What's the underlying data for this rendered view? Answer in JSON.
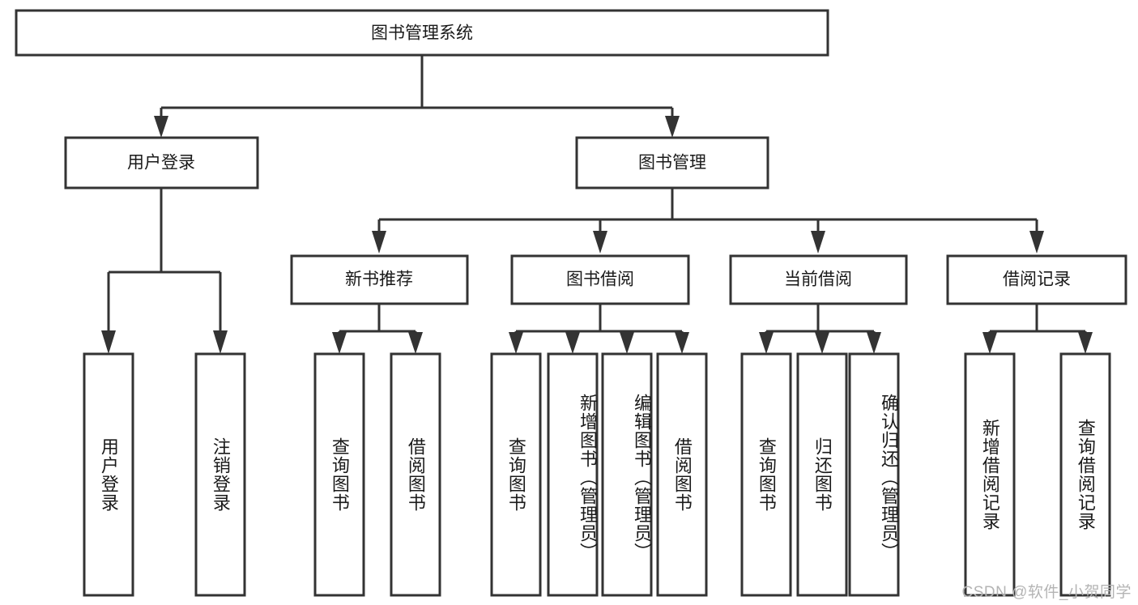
{
  "diagram": {
    "type": "tree-hierarchy",
    "title": "图书管理系统",
    "root": {
      "label": "图书管理系统",
      "orientation": "horizontal"
    },
    "level2": [
      {
        "id": "user-login",
        "label": "用户登录",
        "orientation": "horizontal"
      },
      {
        "id": "book-management",
        "label": "图书管理",
        "orientation": "horizontal"
      }
    ],
    "level3": [
      {
        "id": "new-book-recommend",
        "label": "新书推荐",
        "orientation": "horizontal",
        "parent": "book-management"
      },
      {
        "id": "book-borrow",
        "label": "图书借阅",
        "orientation": "horizontal",
        "parent": "book-management"
      },
      {
        "id": "current-borrow",
        "label": "当前借阅",
        "orientation": "horizontal",
        "parent": "book-management"
      },
      {
        "id": "borrow-record",
        "label": "借阅记录",
        "orientation": "horizontal",
        "parent": "book-management"
      }
    ],
    "leaves": [
      {
        "id": "leaf-user-login",
        "label": "用户登录",
        "parent": "user-login",
        "orientation": "vertical"
      },
      {
        "id": "leaf-logout-login",
        "label": "注销登录",
        "parent": "user-login",
        "orientation": "vertical"
      },
      {
        "id": "leaf-query-book-1",
        "label": "查询图书",
        "parent": "new-book-recommend",
        "orientation": "vertical"
      },
      {
        "id": "leaf-borrow-book-1",
        "label": "借阅图书",
        "parent": "new-book-recommend",
        "orientation": "vertical"
      },
      {
        "id": "leaf-query-book-2",
        "label": "查询图书",
        "parent": "book-borrow",
        "orientation": "vertical"
      },
      {
        "id": "leaf-add-book",
        "label": "新增图书（管理员）",
        "parent": "book-borrow",
        "orientation": "vertical"
      },
      {
        "id": "leaf-edit-book",
        "label": "编辑图书（管理员）",
        "parent": "book-borrow",
        "orientation": "vertical"
      },
      {
        "id": "leaf-borrow-book-2",
        "label": "借阅图书",
        "parent": "book-borrow",
        "orientation": "vertical"
      },
      {
        "id": "leaf-query-book-3",
        "label": "查询图书",
        "parent": "current-borrow",
        "orientation": "vertical"
      },
      {
        "id": "leaf-return-book",
        "label": "归还图书",
        "parent": "current-borrow",
        "orientation": "vertical"
      },
      {
        "id": "leaf-confirm-return",
        "label": "确认归还（管理员）",
        "parent": "current-borrow",
        "orientation": "vertical"
      },
      {
        "id": "leaf-add-borrow-record",
        "label": "新增借阅记录",
        "parent": "borrow-record",
        "orientation": "vertical"
      },
      {
        "id": "leaf-query-borrow-record",
        "label": "查询借阅记录",
        "parent": "borrow-record",
        "orientation": "vertical"
      }
    ],
    "colors": {
      "background": "#ffffff",
      "box_fill": "#ffffff",
      "box_stroke": "#333333",
      "text": "#1a1a1a",
      "watermark": "#b4b4b4"
    }
  },
  "watermark": {
    "text": "CSDN @软件_小贺同学"
  }
}
